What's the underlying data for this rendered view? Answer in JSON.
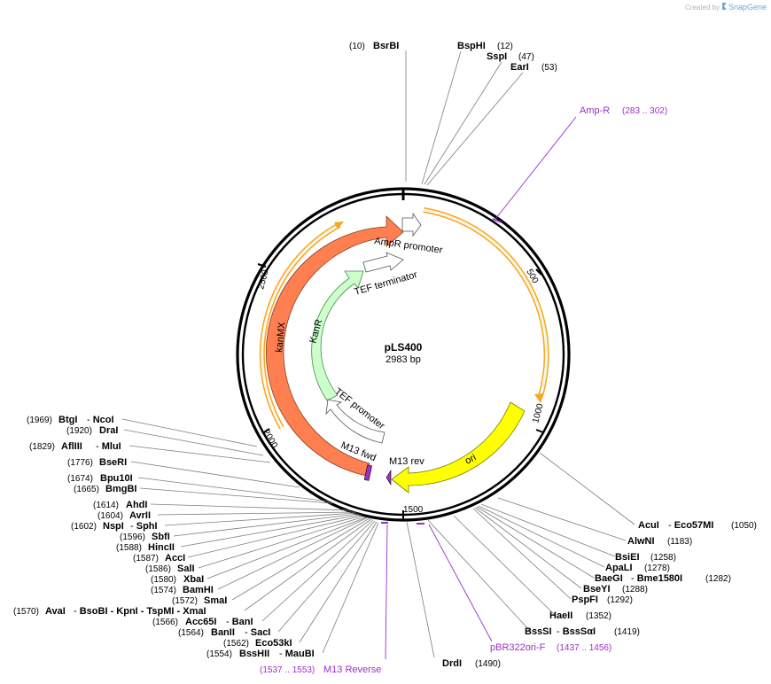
{
  "credit": {
    "prefix": "Created by",
    "brand": "SnapGene"
  },
  "plasmid": {
    "name": "pLS400",
    "length_label": "2983 bp",
    "length": 2983
  },
  "ticks": [
    "500",
    "1000",
    "1500",
    "2000",
    "2500"
  ],
  "features": [
    {
      "label": "AmpR promoter"
    },
    {
      "label": "TEF terminator"
    },
    {
      "label": "KanR"
    },
    {
      "label": "kanMX"
    },
    {
      "label": "TEF promoter"
    },
    {
      "label": "M13 fwd"
    },
    {
      "label": "M13 rev"
    },
    {
      "label": "ori"
    }
  ],
  "primers": [
    {
      "name": "Amp-R",
      "range": "(283 .. 302)"
    },
    {
      "name": "pBR322ori-F",
      "range": "(1437 .. 1456)"
    },
    {
      "name": "M13 Reverse",
      "range": "(1537 .. 1553)"
    }
  ],
  "sites_top": [
    {
      "pos": "(10)",
      "name": "BsrBI"
    },
    {
      "name": "BspHI",
      "pos": "(12)"
    },
    {
      "name": "SspI",
      "pos": "(47)"
    },
    {
      "name": "EarI",
      "pos": "(53)"
    }
  ],
  "sites_left": [
    {
      "pos": "(1969)",
      "name": "BtgI",
      "extra": "NcoI"
    },
    {
      "pos": "(1920)",
      "name": "DraI"
    },
    {
      "pos": "(1829)",
      "name": "AflIII",
      "extra": "MluI"
    },
    {
      "pos": "(1776)",
      "name": "BseRI"
    },
    {
      "pos": "(1674)",
      "name": "Bpu10I"
    },
    {
      "pos": "(1665)",
      "name": "BmgBI"
    },
    {
      "pos": "(1614)",
      "name": "AhdI"
    },
    {
      "pos": "(1604)",
      "name": "AvrII"
    },
    {
      "pos": "(1602)",
      "name": "NspI",
      "extra": "SphI"
    },
    {
      "pos": "(1596)",
      "name": "SbfI"
    },
    {
      "pos": "(1588)",
      "name": "HincII"
    },
    {
      "pos": "(1587)",
      "name": "AccI"
    },
    {
      "pos": "(1586)",
      "name": "SalI"
    },
    {
      "pos": "(1580)",
      "name": "XbaI"
    },
    {
      "pos": "(1574)",
      "name": "BamHI"
    },
    {
      "pos": "(1572)",
      "name": "SmaI"
    },
    {
      "pos": "(1570)",
      "name": "AvaI",
      "extra": "BsoBI - KpnI - TspMI - XmaI"
    },
    {
      "pos": "(1566)",
      "name": "Acc65I",
      "extra": "BanI"
    },
    {
      "pos": "(1564)",
      "name": "BanII",
      "extra": "SacI"
    },
    {
      "pos": "(1562)",
      "name": "Eco53kI"
    },
    {
      "pos": "(1554)",
      "name": "BssHII",
      "extra": "MauBI"
    }
  ],
  "sites_right": [
    {
      "name": "AcuI",
      "extra": "Eco57MI",
      "pos": "(1050)"
    },
    {
      "name": "AlwNI",
      "pos": "(1183)"
    },
    {
      "name": "BsiEI",
      "pos": "(1258)"
    },
    {
      "name": "ApaLI",
      "pos": "(1278)"
    },
    {
      "name": "BaeGI",
      "extra": "Bme1580I",
      "pos": "(1282)"
    },
    {
      "name": "BseYI",
      "pos": "(1288)"
    },
    {
      "name": "PspFI",
      "pos": "(1292)"
    },
    {
      "name": "HaeII",
      "pos": "(1352)"
    },
    {
      "name": "BssSI",
      "extra": "BssSαI",
      "pos": "(1419)"
    }
  ],
  "sites_bottom": [
    {
      "name": "DrdI",
      "pos": "(1490)"
    }
  ],
  "colors": {
    "ampr": "#ffffff",
    "ampr_orange": "#f5a623",
    "kanmx": "#ff7f50",
    "kanr": "#ccffcc",
    "ori": "#ffff00",
    "primer": "#9b30c8",
    "backbone": "#000000"
  }
}
